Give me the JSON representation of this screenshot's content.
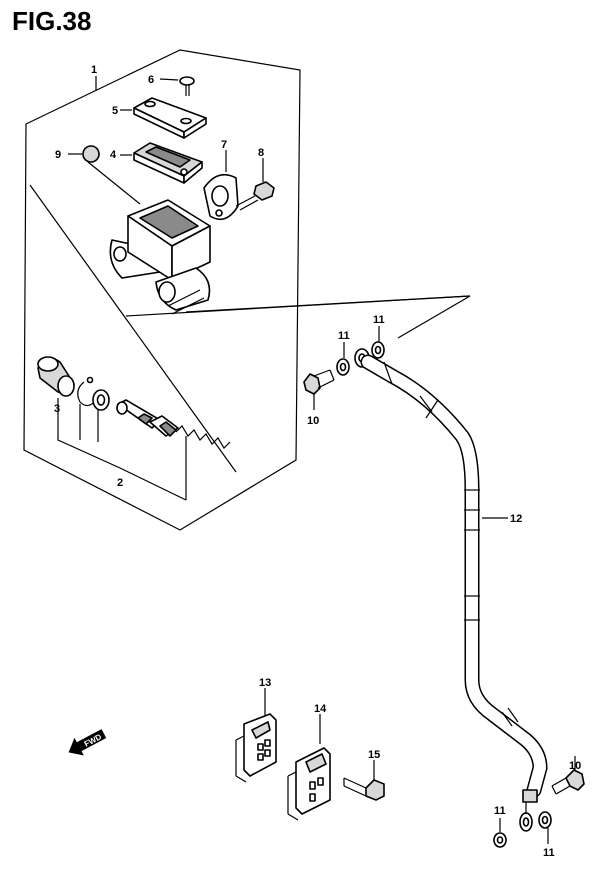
{
  "figure": {
    "title": "FIG.38"
  },
  "direction_indicator": {
    "label": "FWD"
  },
  "callouts": [
    {
      "id": "1",
      "label": "1"
    },
    {
      "id": "2",
      "label": "2"
    },
    {
      "id": "3",
      "label": "3"
    },
    {
      "id": "4",
      "label": "4"
    },
    {
      "id": "5",
      "label": "5"
    },
    {
      "id": "6",
      "label": "6"
    },
    {
      "id": "7",
      "label": "7"
    },
    {
      "id": "8",
      "label": "8"
    },
    {
      "id": "9",
      "label": "9"
    },
    {
      "id": "10",
      "label": "10"
    },
    {
      "id": "10b",
      "label": "10"
    },
    {
      "id": "11a",
      "label": "11"
    },
    {
      "id": "11b",
      "label": "11"
    },
    {
      "id": "11c",
      "label": "11"
    },
    {
      "id": "11d",
      "label": "11"
    },
    {
      "id": "12",
      "label": "12"
    },
    {
      "id": "13",
      "label": "13"
    },
    {
      "id": "14",
      "label": "14"
    },
    {
      "id": "15",
      "label": "15"
    }
  ]
}
